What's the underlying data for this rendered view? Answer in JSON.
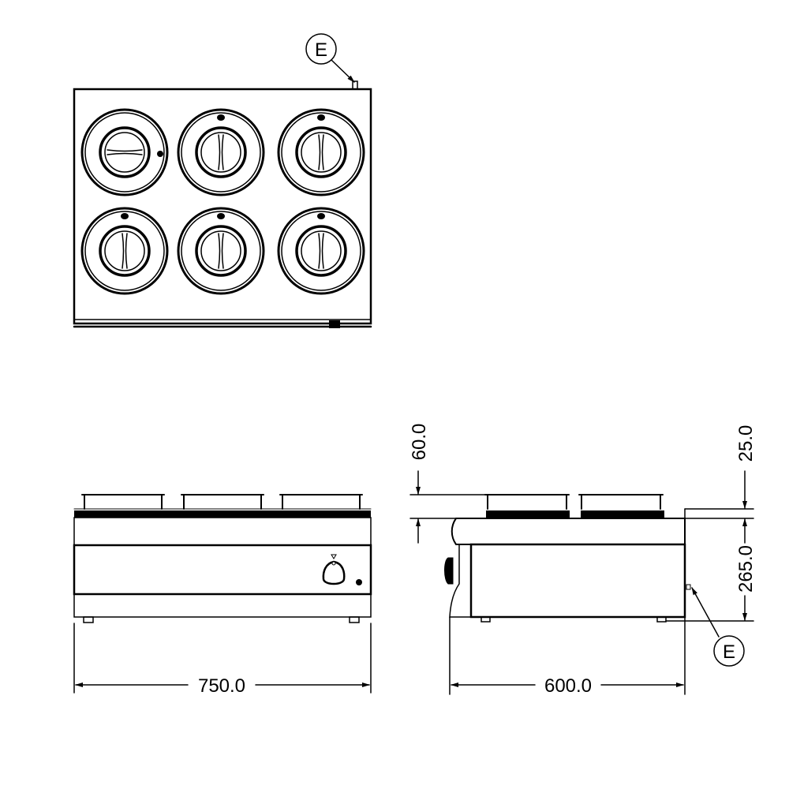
{
  "drawing": {
    "callout_top": "E",
    "callout_side": "E",
    "dimensions": {
      "width": "750.0",
      "depth": "600.0",
      "pan_height": "60.0",
      "top_offset": "25.0",
      "body_height": "265.0"
    },
    "burner_count": 6,
    "stroke_color": "#000000",
    "background_color": "#ffffff"
  }
}
